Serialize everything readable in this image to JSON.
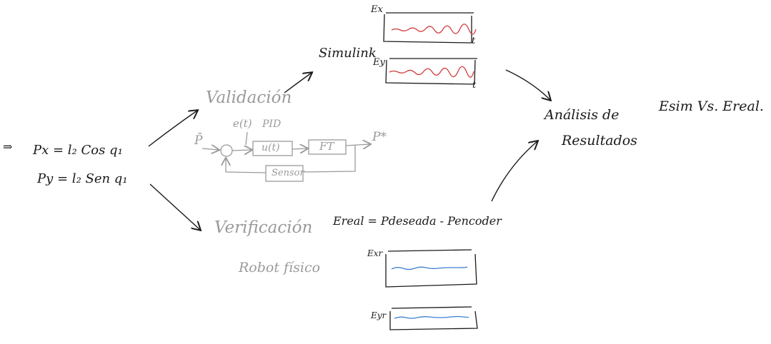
{
  "colors": {
    "ink": "#1a1a1a",
    "gray": "#9a9a9a",
    "red": "#d23a3a",
    "blue": "#3f7fd0"
  },
  "equations": {
    "px": "Px = l₂ Cos q₁",
    "py": "Py = l₂ Sen q₁",
    "left_mark": "⇒"
  },
  "validation": {
    "title": "Validación",
    "error_label": "e(t)",
    "pid_label": "PID",
    "ref_label": "P̄",
    "block_controller": "u(t)",
    "block_plant": "FT",
    "output_label": "P*",
    "sensor_label": "Sensor"
  },
  "simulink": {
    "label": "Simulink",
    "plot1_ylabel": "Ex",
    "plot2_ylabel": "Ey",
    "time_label": "t"
  },
  "verification": {
    "title": "Verificación",
    "subtitle": "Robot físico",
    "equation": "Ereal = Pdeseada - Pencoder",
    "plot1_ylabel": "Exr",
    "plot2_ylabel": "Eyr"
  },
  "analysis": {
    "title_line1": "Análisis de",
    "title_line2": "Resultados",
    "comparison": "Esim Vs. Ereal."
  }
}
